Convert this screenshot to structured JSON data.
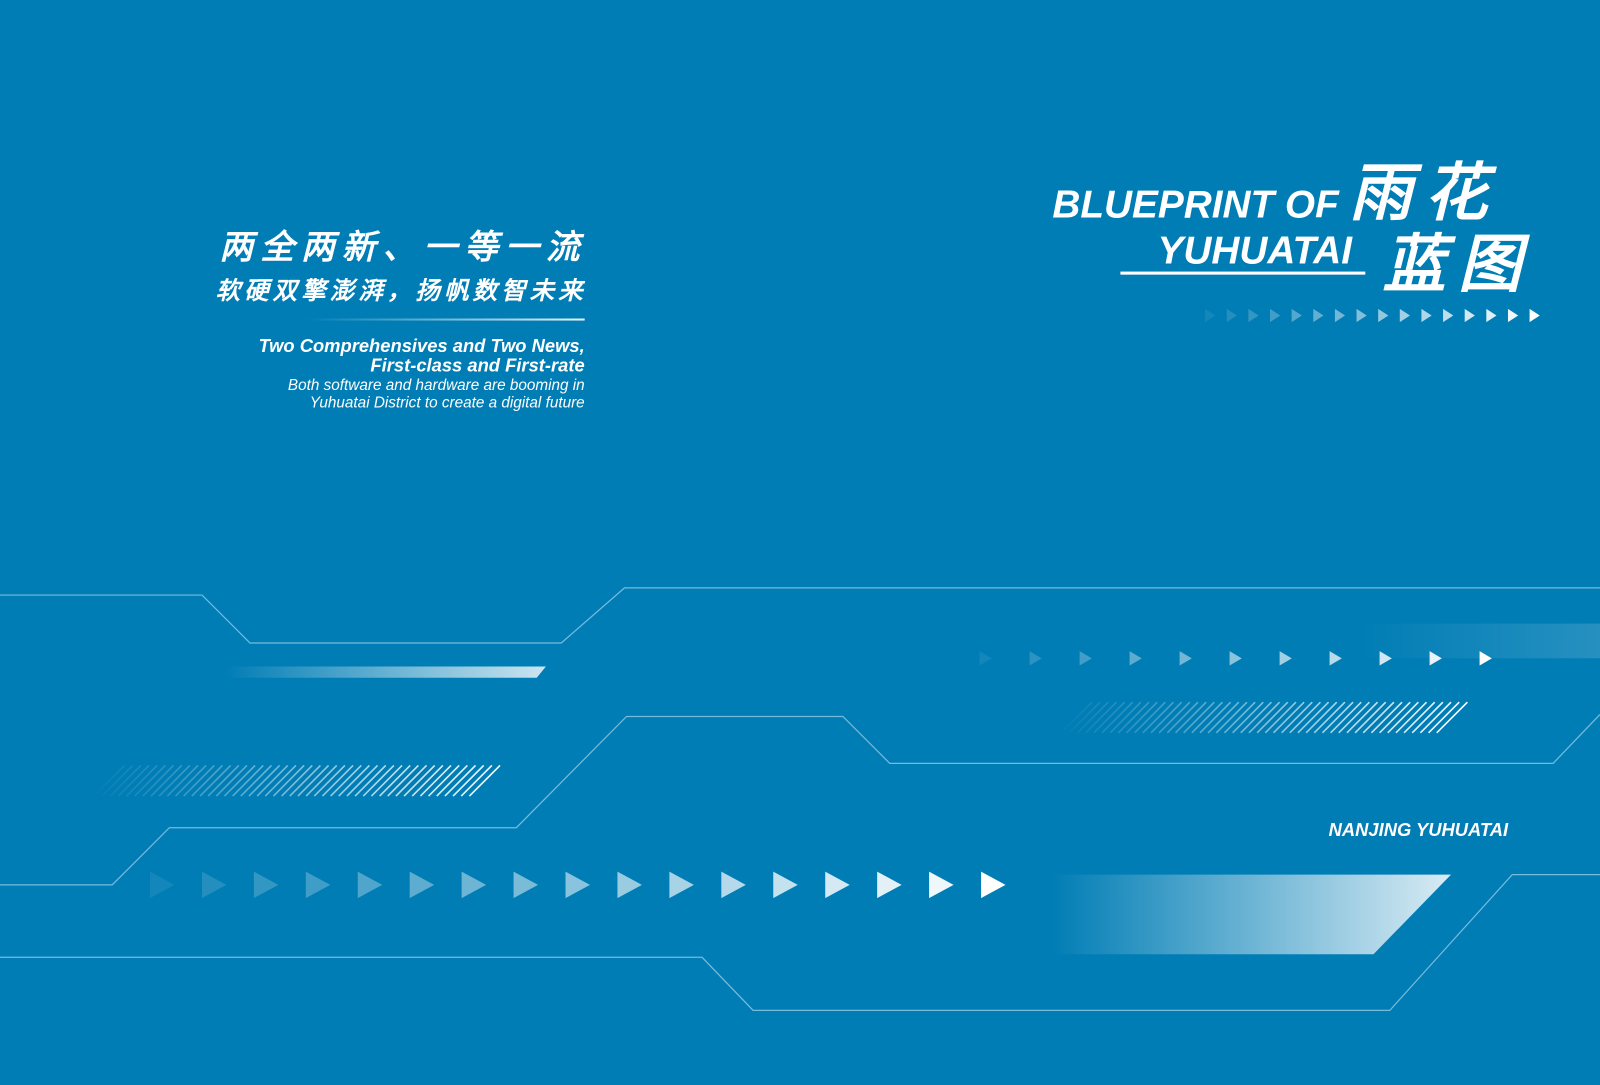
{
  "colors": {
    "background": "#007db5",
    "accent": "#ffffff"
  },
  "left": {
    "cn_line1": "两全两新、一等一流",
    "cn_line2": "软硬双擎澎湃，扬帆数智未来",
    "en_line1": "Two Comprehensives and Two News,",
    "en_line2": "First-class and First-rate",
    "en_line3": "Both software and hardware are booming in",
    "en_line4": "Yuhuatai District to create a digital future"
  },
  "title": {
    "en_line1": "BLUEPRINT OF",
    "en_line2": "YUHUATAI",
    "cn_line1": "雨花",
    "cn_line2": "蓝图"
  },
  "footer": {
    "place": "NANJING YUHUATAI"
  }
}
